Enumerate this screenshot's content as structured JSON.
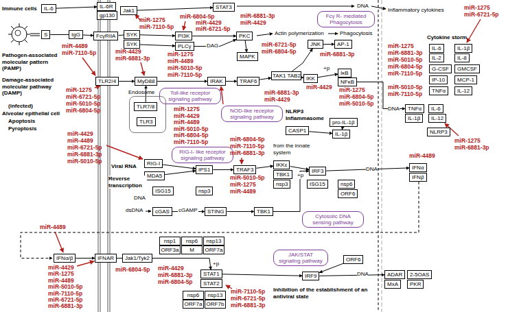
{
  "diagram": {
    "nodes": [
      {
        "text": [
          "IL-6"
        ]
      },
      {
        "text": [
          "IL-6R"
        ]
      },
      {
        "text": [
          "gp130"
        ]
      },
      {
        "text": [
          "Jak1"
        ]
      },
      {
        "text": [
          "STAT3"
        ]
      },
      {
        "text": [
          "S"
        ]
      },
      {
        "text": [
          "IgG"
        ]
      },
      {
        "text": [
          "FcγRIIA"
        ]
      },
      {
        "text": [
          "SYK"
        ]
      },
      {
        "text": [
          "SYK"
        ]
      },
      {
        "text": [
          "PI3K"
        ]
      },
      {
        "text": [
          "PLCγ"
        ]
      },
      {
        "text": [
          "PKC"
        ]
      },
      {
        "text": [
          "Fcγ R- mediated Phagocytosis"
        ]
      },
      {
        "text": [
          "TLR2/4"
        ]
      },
      {
        "text": [
          "MyD88"
        ]
      },
      {
        "text": [
          "IRAK"
        ]
      },
      {
        "text": [
          "TRAF6"
        ]
      },
      {
        "text": [
          "MAPK"
        ]
      },
      {
        "text": [
          "TAK1 TAB2"
        ]
      },
      {
        "text": [
          "JNK"
        ]
      },
      {
        "text": [
          "AP-1"
        ]
      },
      {
        "text": [
          "IKK"
        ]
      },
      {
        "text": [
          "IκB"
        ]
      },
      {
        "text": [
          "NFκB"
        ]
      },
      {
        "text": [
          "Toll-like receptor signaling pathway"
        ]
      },
      {
        "text": [
          "Endosome"
        ]
      },
      {
        "text": [
          "TLR7/8"
        ],
        "in": 26
      },
      {
        "text": [
          "TLR3"
        ],
        "in": 26
      },
      {
        "text": [
          "NOD-like receptor signaling pathway"
        ]
      },
      {
        "text": [
          "IL-6"
        ]
      },
      {
        "text": [
          "IL-1β"
        ]
      },
      {
        "text": [
          "IL-2"
        ]
      },
      {
        "text": [
          "IL-8"
        ]
      },
      {
        "text": [
          "G-CSF"
        ]
      },
      {
        "text": [
          "GMCSF"
        ]
      },
      {
        "text": [
          "IP-10"
        ]
      },
      {
        "text": [
          "MCP-1"
        ]
      },
      {
        "text": [
          "TNFα"
        ]
      },
      {
        "text": [
          "IL-12"
        ]
      },
      {
        "text": [
          "TNFα"
        ]
      },
      {
        "text": [
          "IL-6"
        ]
      },
      {
        "text": [
          "IL-1β"
        ]
      },
      {
        "text": [
          "IL-12"
        ]
      },
      {
        "text": [
          "NLRP3"
        ]
      },
      {
        "text": [
          "CASP1"
        ]
      },
      {
        "text": [
          "pro-IL-1β"
        ]
      },
      {
        "text": [
          "IL-1β"
        ]
      },
      {
        "text": [
          "RIG-I- like receptor signaling pathway"
        ]
      },
      {
        "text": [
          "RIG-I"
        ]
      },
      {
        "text": [
          "MDA5"
        ]
      },
      {
        "text": [
          "IPS1"
        ]
      },
      {
        "text": [
          "TRAF3"
        ]
      },
      {
        "text": [
          "IKKε"
        ]
      },
      {
        "text": [
          "TBK1"
        ]
      },
      {
        "text": [
          "nsp3"
        ]
      },
      {
        "text": [
          "IRF3"
        ]
      },
      {
        "text": [
          "ISG15"
        ]
      },
      {
        "text": [
          "nsp6"
        ]
      },
      {
        "text": [
          "ORF6"
        ]
      },
      {
        "text": [
          "IFNα"
        ]
      },
      {
        "text": [
          "IFNβ"
        ]
      },
      {
        "text": [
          "ISG15"
        ]
      },
      {
        "text": [
          "nsp3"
        ]
      },
      {
        "text": [
          "cGAS"
        ]
      },
      {
        "text": [
          "STING"
        ]
      },
      {
        "text": [
          "TBK1"
        ]
      },
      {
        "text": [
          "Cytosolic DNA sensing pathway"
        ]
      },
      {
        "text": [
          "IFNα/β"
        ]
      },
      {
        "text": [
          "IFNAR"
        ]
      },
      {
        "text": [
          "Jak1/Tyk2"
        ]
      },
      {
        "text": [
          "nsp1"
        ]
      },
      {
        "text": [
          "nsp6"
        ]
      },
      {
        "text": [
          "nsp13"
        ]
      },
      {
        "text": [
          "ORF3a"
        ]
      },
      {
        "text": [
          "M"
        ]
      },
      {
        "text": [
          "ORF7a"
        ]
      },
      {
        "text": [
          "STAT1"
        ]
      },
      {
        "text": [
          "STAT2"
        ]
      },
      {
        "text": [
          "JAK/STAT signaling pathway"
        ]
      },
      {
        "text": [
          "nsp6"
        ]
      },
      {
        "text": [
          "nsp13"
        ]
      },
      {
        "text": [
          "ORF7a"
        ]
      },
      {
        "text": [
          "ORF7b"
        ]
      },
      {
        "text": [
          "ORF6"
        ]
      },
      {
        "text": [
          "IRF9"
        ]
      },
      {
        "text": [
          "ADAR"
        ]
      },
      {
        "text": [
          "2-5OAS"
        ]
      },
      {
        "text": [
          "MxA"
        ]
      },
      {
        "text": [
          "PKR"
        ]
      }
    ],
    "edges": [
      {
        "from": 0,
        "to": 1,
        "arrow": "to"
      },
      {
        "from": 3,
        "to": 4,
        "arrow": "to"
      },
      {
        "from": 5,
        "to": 6,
        "arrow": "none"
      },
      {
        "from": 6,
        "to": 7,
        "arrow": "to"
      },
      {
        "from": 7,
        "to": 8,
        "arrow": "none"
      },
      {
        "from": 8,
        "to": 10,
        "arrow": "to"
      },
      {
        "from": 9,
        "to": 11,
        "arrow": "to"
      },
      {
        "from": 10,
        "to": 12,
        "arrow": "to"
      },
      {
        "from": 11,
        "to": 12,
        "label": "DAG",
        "arrow": "to"
      },
      {
        "from": 12,
        "to": 18,
        "arrow": "to"
      },
      {
        "from": 14,
        "to": 15,
        "arrow": "to"
      },
      {
        "from": 15,
        "to": 16,
        "arrow": "to"
      },
      {
        "from": 16,
        "to": 17,
        "arrow": "to"
      },
      {
        "from": 17,
        "to": 19,
        "arrow": "to"
      },
      {
        "from": 19,
        "to": 20,
        "arrow": "to"
      },
      {
        "from": 20,
        "to": 21,
        "arrow": "to"
      },
      {
        "from": 19,
        "to": 22,
        "arrow": "to"
      },
      {
        "from": 22,
        "to": 23,
        "label": "+p",
        "arrow": "to"
      },
      {
        "from": 24,
        "to": 40,
        "arrow": "to"
      },
      {
        "from": 27,
        "to": 15,
        "arrow": "to"
      },
      {
        "from": 46,
        "to": 47,
        "arrow": "to"
      },
      {
        "from": 45,
        "to": 47,
        "arrow": "to"
      },
      {
        "from": 49,
        "to": 51,
        "arrow": "to"
      },
      {
        "from": 50,
        "to": 51,
        "arrow": "to"
      },
      {
        "from": 51,
        "to": 52,
        "arrow": "to"
      },
      {
        "from": 52,
        "to": 53,
        "arrow": "to"
      },
      {
        "from": 53,
        "to": 56,
        "label": "+p",
        "arrow": "to"
      },
      {
        "from": 56,
        "to": 60,
        "arrow": "to"
      },
      {
        "from": 64,
        "to": 65,
        "label": "cGAMP",
        "arrow": "to"
      },
      {
        "from": 65,
        "to": 66,
        "arrow": "to"
      },
      {
        "from": 66,
        "to": 56,
        "arrow": "to"
      },
      {
        "from": 68,
        "to": 69,
        "arrow": "to"
      },
      {
        "from": 69,
        "to": 70,
        "arrow": "none"
      },
      {
        "from": 70,
        "to": 77,
        "label": "+p",
        "arrow": "to"
      },
      {
        "from": 77,
        "to": 85,
        "arrow": "to"
      },
      {
        "from": 85,
        "to": 86,
        "arrow": "to"
      },
      {
        "from": 84,
        "to": 85,
        "arrow": "to"
      }
    ],
    "labels": [
      "Immune cells",
      "Pathogen-associated molecular pattern (PAMP)",
      "Damage-associated molecular pathway (DAMP)",
      "(infected)",
      "Alveolar epithelial cell",
      "Apoptosis",
      "Pyroptosis",
      "Actin polymerization",
      "Phagocytosis",
      "DNA",
      "Inflammatory cytokines",
      "Cytokine storm",
      "DNA",
      "NLRP3 Inflammasome",
      "from the innate system",
      "Viral RNA",
      "Reverse transcription",
      "DNA",
      "dsDNA",
      "DNA",
      "DNA",
      "Inhibition of the establishment of an antiviral state",
      "miR-1275",
      "miR-7110-5p",
      "miR-6804-5p",
      "miR-4429",
      "miR-6721-5p",
      "miR-6881-3p",
      "miR-4429",
      "miR-4489",
      "miR-7110-5p",
      "miR-4429",
      "miR-6881-3p",
      "miR-1275",
      "miR-4489",
      "miR-5010-5p",
      "miR-7110-5p",
      "miR-1275",
      "miR-6721-5p",
      "miR-5010-5p",
      "miR-6804-5p",
      "miR-6721-5p",
      "miR-6804-5p",
      "miR-1275",
      "miR-4429",
      "miR-4489",
      "miR-5010-5p",
      "miR-6804-5p",
      "miR-7110-5p",
      "miR-6881-3p",
      "miR-6881-3p",
      "miR-4429",
      "miR-4429",
      "miR-1275",
      "miR-6804-5p",
      "miR-5010-5p",
      "miR-1275",
      "miR-6721-5p",
      "miR-1275",
      "miR-6881-3p",
      "miR-5010-5p",
      "miR-6804-5p",
      "miR-7110-5p",
      "miR-5010-5p",
      "miR-7110-5p",
      "miR-1275",
      "miR-6881-3p",
      "miR-4489",
      "miR-4429",
      "miR-4489",
      "miR-6721-5p",
      "miR-6881-3p",
      "miR-5010-5p",
      "miR-6804-5p",
      "miR-7110-5p",
      "miR-6881-3p",
      "miR-5010-5p",
      "miR-1275",
      "miR-4489",
      "miR-4489",
      "miR-4429",
      "miR-1275",
      "miR-4489",
      "miR-5010-5p",
      "miR-7110-5p",
      "miR-6721-5p",
      "miR-6881-3p",
      "miR-6804-5p",
      "miR-4429",
      "miR-6881-3p",
      "miR-6804-5p",
      "miR-7110-5p",
      "miR-6721-5p",
      "miR-6881-3p"
    ]
  }
}
